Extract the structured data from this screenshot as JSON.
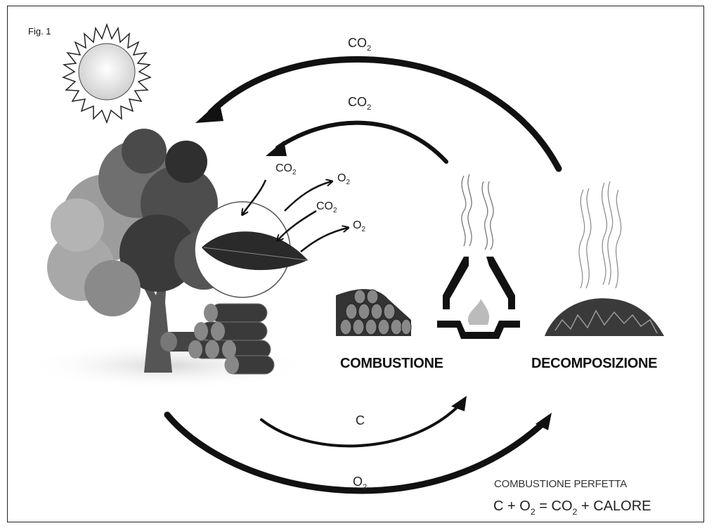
{
  "figure": {
    "label": "Fig. 1"
  },
  "labels": {
    "co2_base": "CO",
    "o2_base": "O",
    "sub_2": "2",
    "carbon": "C",
    "combustion": "COMBUSTIONE",
    "decomposition": "DECOMPOSIZIONE"
  },
  "formula": {
    "title": "COMBUSTIONE PERFETTA",
    "c": "C",
    "plus1": "+",
    "o": "O",
    "sub": "2",
    "eq": "=",
    "co": "CO",
    "sub2": "2",
    "plus2": "+",
    "heat": "CALORE"
  },
  "colors": {
    "ink": "#111111",
    "tree_light": "#9a9a9a",
    "tree_dark": "#3a3a3a",
    "ground": "#e6e6e6"
  },
  "icons": [
    "sun-icon",
    "tree-icon",
    "leaf-icon",
    "log-pile-icon",
    "furnace-icon",
    "smoke-icon",
    "compost-icon"
  ]
}
